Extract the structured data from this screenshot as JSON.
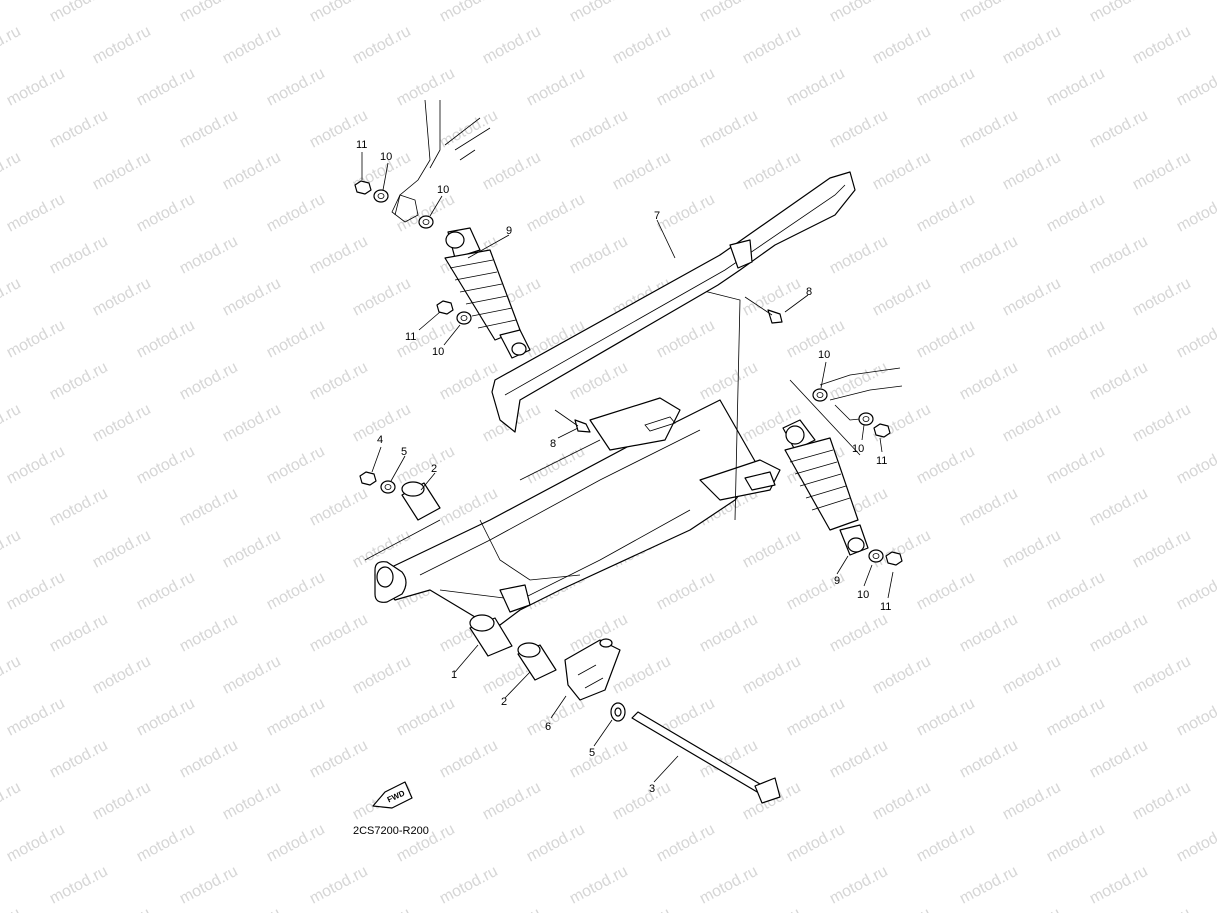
{
  "watermark": "motod.ru",
  "drawing_code": "2CS7200-R200",
  "fwd_label": "FWD",
  "callouts": {
    "c1": "1",
    "c2a": "2",
    "c2b": "2",
    "c3": "3",
    "c4": "4",
    "c5a": "5",
    "c5b": "5",
    "c6": "6",
    "c7": "7",
    "c8a": "8",
    "c8b": "8",
    "c9a": "9",
    "c9b": "9",
    "c10a": "10",
    "c10b": "10",
    "c10c": "10",
    "c10d": "10",
    "c10e": "10",
    "c11a": "11",
    "c11b": "11",
    "c11c": "11",
    "c11d": "11"
  }
}
